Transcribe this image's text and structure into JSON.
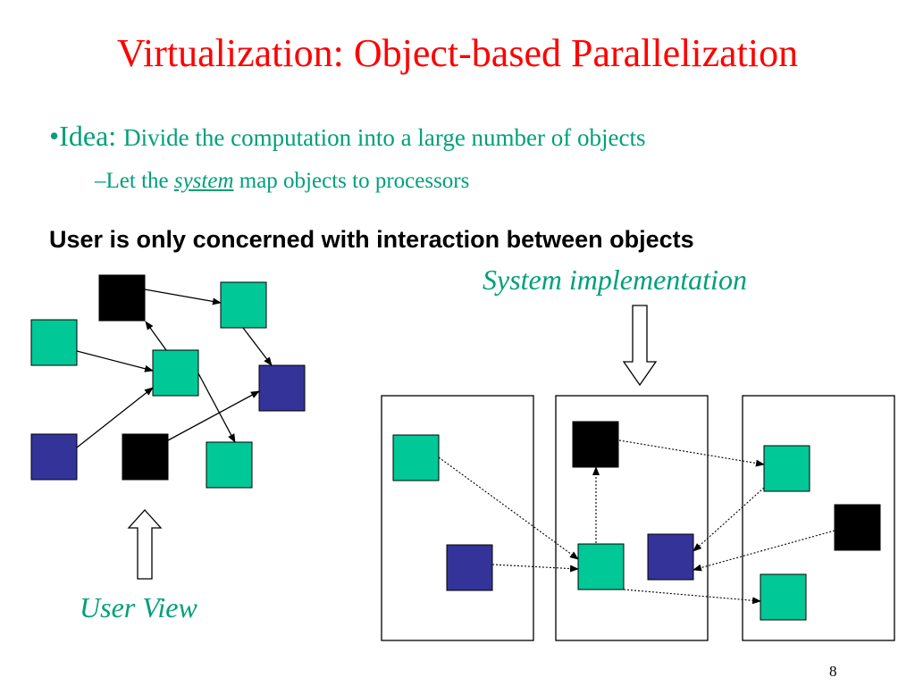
{
  "slide": {
    "title": "Virtualization: Object-based Parallelization",
    "bullet1": {
      "lead": "•Idea: ",
      "rest": "Divide the computation into a large number of objects"
    },
    "bullet2": {
      "pre": "–Let the ",
      "em": "system",
      "post": " map objects  to processors"
    },
    "bold_line": "User is only concerned with interaction between objects",
    "label_system": "System implementation",
    "label_user": "User View",
    "page_number": "8"
  },
  "colors": {
    "title": "#ff0000",
    "text": "#00a07a",
    "teal": "#00c896",
    "navy": "#333399",
    "black": "#000000"
  }
}
